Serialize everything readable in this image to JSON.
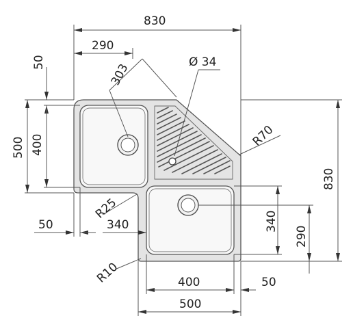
{
  "drawing": {
    "dimensions": {
      "overall_width": "830",
      "left_offset": "290",
      "diagonal": "303",
      "tap_hole_diameter": "Ø 34",
      "top_margin": "50",
      "left_height": "500",
      "left_bowl_height": "400",
      "corner_radius_large": "R70",
      "overall_height": "830",
      "inner_radius": "R25",
      "left_margin": "50",
      "bowl_width_right": "340",
      "right_bowl_height": "340",
      "drain_offset": "290",
      "bowl_radius": "R10",
      "bottom_bowl_width": "400",
      "bottom_margin": "50",
      "bottom_width": "500"
    }
  }
}
